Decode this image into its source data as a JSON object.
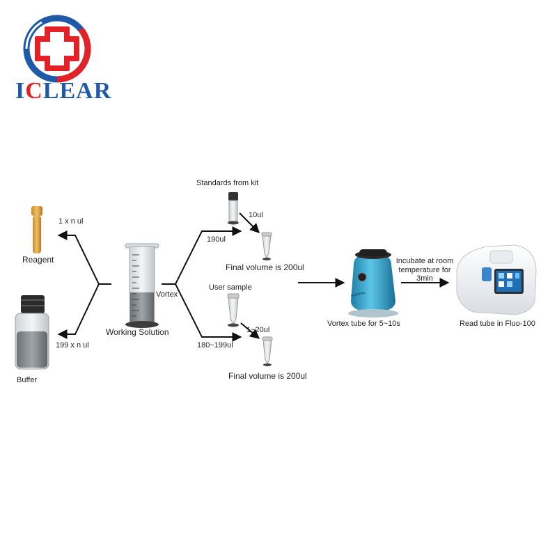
{
  "brand": {
    "logo_text_prefix": "I",
    "logo_text_accent": "C",
    "logo_text_rest": "LEAR",
    "colors": {
      "blue": "#1e5aa8",
      "red": "#e32227"
    }
  },
  "diagram": {
    "reagent": {
      "label": "Reagent",
      "volume": "1 x n ul"
    },
    "buffer": {
      "label": "Buffer",
      "volume": "199 x n ul"
    },
    "working_solution": {
      "label": "Working Solution",
      "action": "Vortex"
    },
    "standards": {
      "label": "Standards from kit",
      "add_volume": "10ul",
      "diluent_volume": "190ul",
      "final": "Final volume is 200ul"
    },
    "user_sample": {
      "label": "User sample",
      "add_volume": "1~20ul",
      "diluent_volume": "180~199ul",
      "final": "Final volume is 200ul"
    },
    "vortexer": {
      "label": "Vortex tube for 5~10s",
      "brand_text": "ALLSHENG"
    },
    "incubate": {
      "line1": "Incubate at room",
      "line2": "temperature for",
      "line3": "3min"
    },
    "reader": {
      "label": "Read tube in Fluo-100"
    }
  }
}
